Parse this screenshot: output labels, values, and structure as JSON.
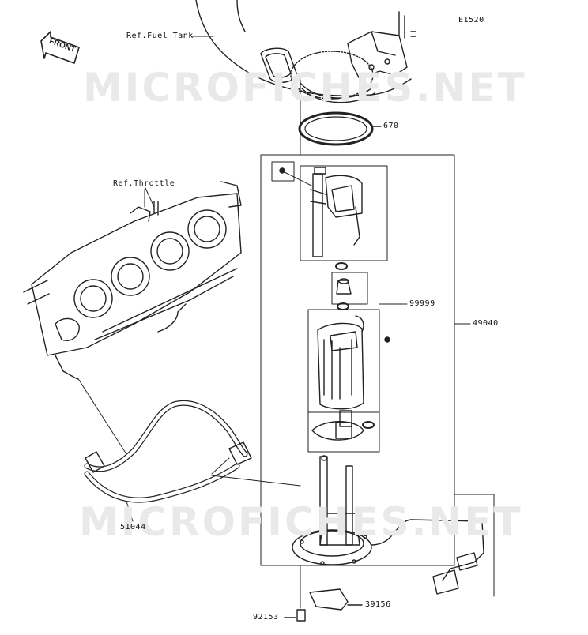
{
  "diagram_code": "E1520",
  "front_label": "FRONT",
  "watermark": "MICROFICHES.NET",
  "labels": {
    "ref_fuel_tank": "Ref.Fuel Tank",
    "ref_throttle": "Ref.Throttle",
    "gasket": "670",
    "pump_assembly": "99999",
    "outer_assembly": "49040",
    "hose": "51044",
    "bolt": "92153",
    "pad": "39156"
  }
}
